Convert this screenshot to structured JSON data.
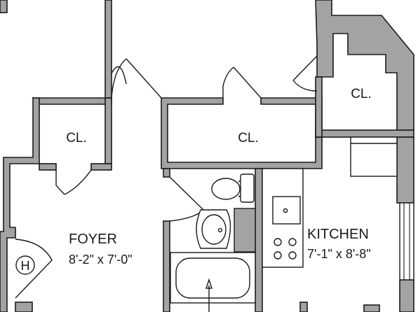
{
  "plan": {
    "rooms": {
      "foyer": {
        "name": "FOYER",
        "dimensions": "8'-2\" x 7'-0\""
      },
      "kitchen": {
        "name": "KITCHEN",
        "dimensions": "7'-1\" x 8'-8\""
      }
    },
    "closets": {
      "left": "CL.",
      "center": "CL.",
      "right": "CL."
    },
    "heater_symbol": "H"
  }
}
